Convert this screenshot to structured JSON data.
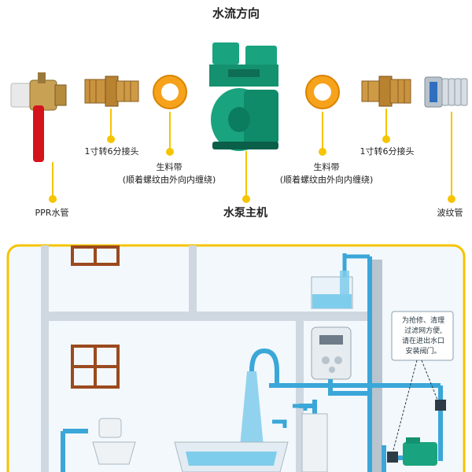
{
  "top": {
    "title": "水流方向",
    "labels": {
      "ppr": "PPR水管",
      "adapter_left": "1寸转6分接头",
      "tape_left_1": "生料带",
      "tape_left_2": "(顺着螺纹由外向内缠绕)",
      "pump": "水泵主机",
      "tape_right_1": "生料带",
      "tape_right_2": "(顺着螺纹由外向内缠绕)",
      "adapter_right": "1寸转6分接头",
      "bellows": "波纹管"
    }
  },
  "scene": {
    "note_lines": [
      "为抢修、清理",
      "过滤网方便,",
      "请在进出水口",
      "安装阀门。"
    ]
  },
  "colors": {
    "accent": "#f6c400",
    "pump_green": "#1aa37f",
    "pipe_blue": "#3aa7d8",
    "water_blue": "#7fcdec",
    "wall": "#cfd8e0"
  }
}
